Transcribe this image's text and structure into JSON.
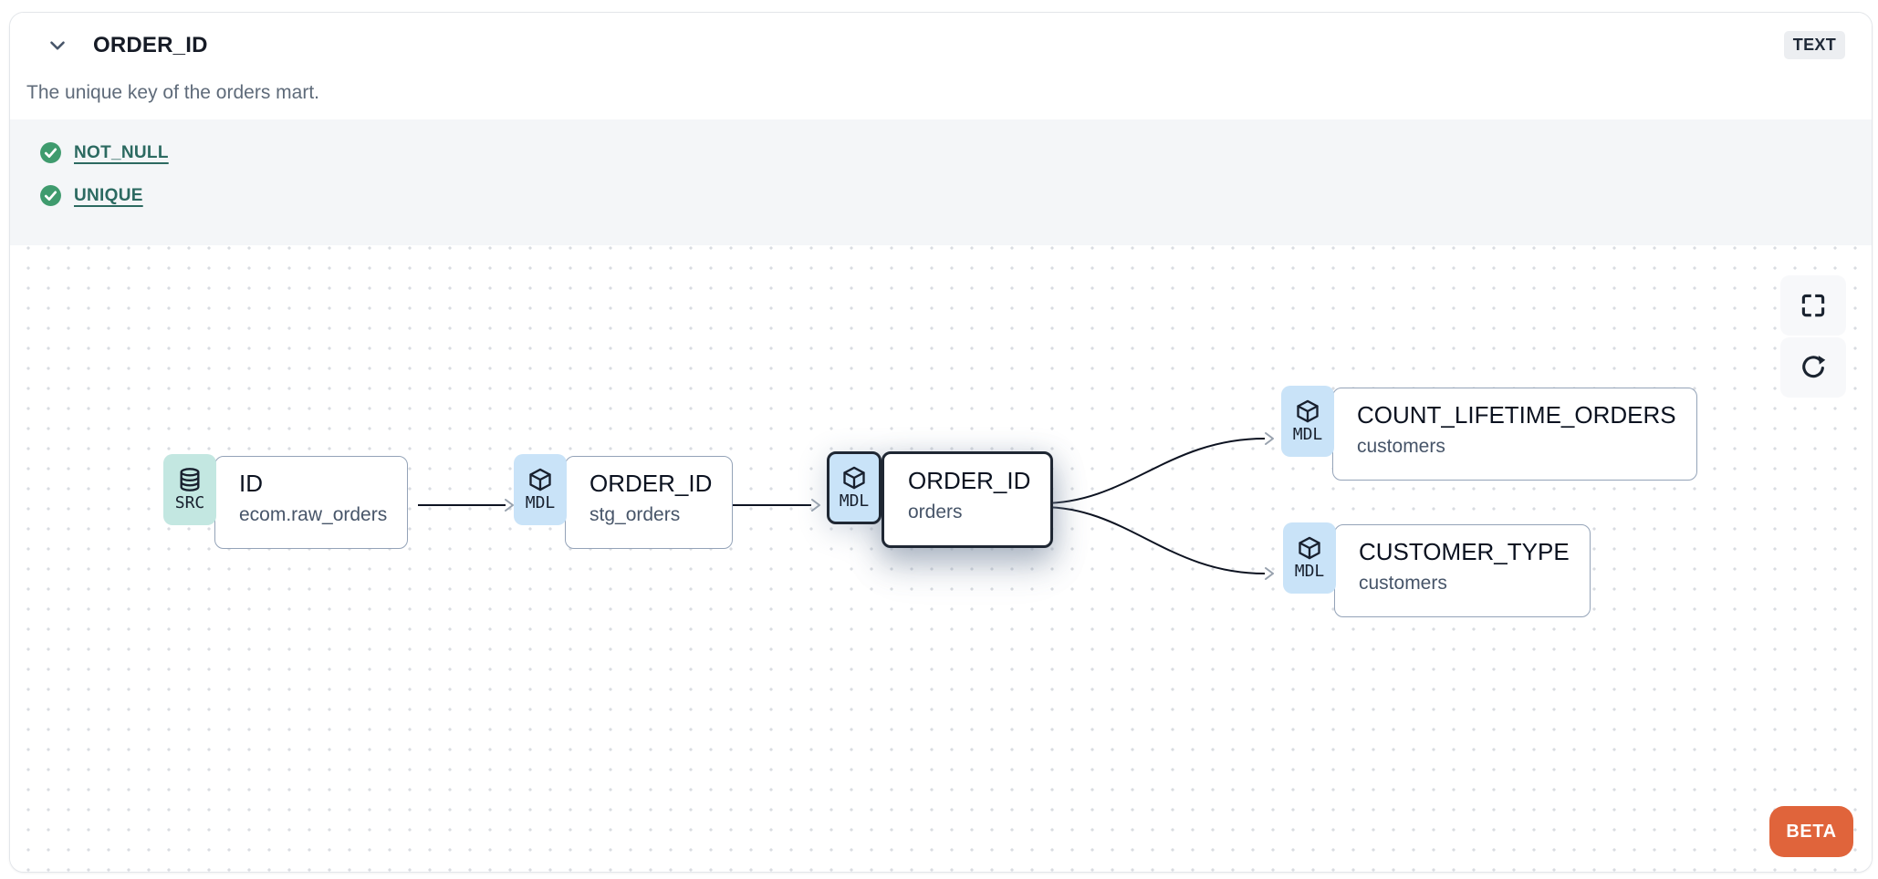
{
  "header": {
    "title": "ORDER_ID",
    "description": "The unique key of the orders mart.",
    "type_badge": "TEXT",
    "collapse_icon": "chevron-down-icon"
  },
  "tests": {
    "items": [
      {
        "label": "NOT_NULL",
        "status": "pass",
        "icon": "check-circle-icon"
      },
      {
        "label": "UNIQUE",
        "status": "pass",
        "icon": "check-circle-icon"
      }
    ]
  },
  "lineage": {
    "nodes": [
      {
        "badge": "SRC",
        "icon": "database-icon",
        "title": "ID",
        "subtitle": "ecom.raw_orders",
        "selected": false
      },
      {
        "badge": "MDL",
        "icon": "cube-icon",
        "title": "ORDER_ID",
        "subtitle": "stg_orders",
        "selected": false
      },
      {
        "badge": "MDL",
        "icon": "cube-icon",
        "title": "ORDER_ID",
        "subtitle": "orders",
        "selected": true
      },
      {
        "badge": "MDL",
        "icon": "cube-icon",
        "title": "COUNT_LIFETIME_ORDERS",
        "subtitle": "customers",
        "selected": false
      },
      {
        "badge": "MDL",
        "icon": "cube-icon",
        "title": "CUSTOMER_TYPE",
        "subtitle": "customers",
        "selected": false
      }
    ],
    "edges": [
      {
        "from": "ID/ecom.raw_orders",
        "to": "ORDER_ID/stg_orders"
      },
      {
        "from": "ORDER_ID/stg_orders",
        "to": "ORDER_ID/orders"
      },
      {
        "from": "ORDER_ID/orders",
        "to": "COUNT_LIFETIME_ORDERS/customers"
      },
      {
        "from": "ORDER_ID/orders",
        "to": "CUSTOMER_TYPE/customers"
      }
    ],
    "controls": {
      "fullscreen_icon": "fullscreen-icon",
      "refresh_icon": "refresh-icon"
    },
    "beta_label": "BETA"
  },
  "colors": {
    "beta_orange": "#e0643b",
    "src_badge_teal": "#c3e7e1",
    "mdl_badge_blue": "#c9e3f8",
    "test_link_teal": "#2c6a61",
    "check_green": "#3f9b6e",
    "edge_dark": "#0d1321",
    "arrowhead_gray": "#97a1ad",
    "tests_bg": "#f4f6f8",
    "node_border": "#94a3b8",
    "selected_border": "#1f2733"
  }
}
